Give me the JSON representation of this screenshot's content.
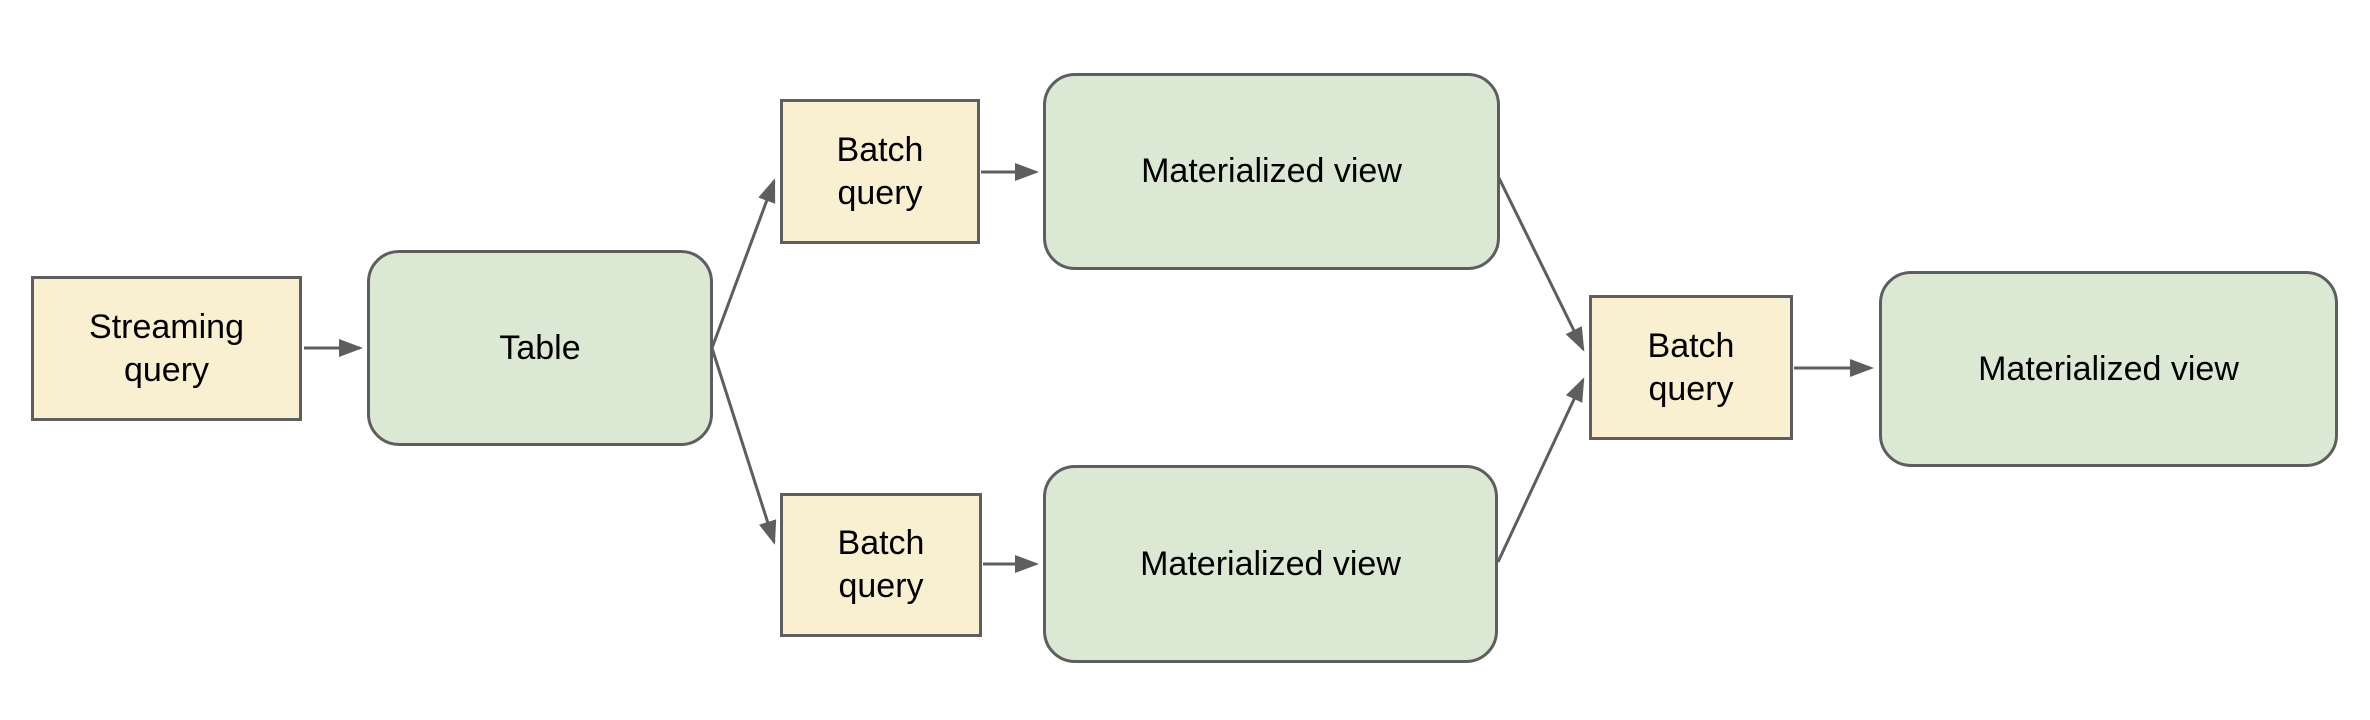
{
  "diagram": {
    "background": "#ffffff",
    "colors": {
      "query_box_fill": "#f9f0d2",
      "table_box_fill": "#dbe8d4",
      "stroke": "#5e5e5e",
      "text": "#000000"
    },
    "nodes": [
      {
        "id": "streaming-query",
        "label": "Streaming query",
        "shape": "rectangle",
        "role": "query"
      },
      {
        "id": "table",
        "label": "Table",
        "shape": "rounded-rectangle",
        "role": "table"
      },
      {
        "id": "batch-query-top",
        "label": "Batch query",
        "shape": "rectangle",
        "role": "query"
      },
      {
        "id": "materialized-view-top",
        "label": "Materialized view",
        "shape": "rounded-rectangle",
        "role": "table"
      },
      {
        "id": "batch-query-bottom",
        "label": "Batch query",
        "shape": "rectangle",
        "role": "query"
      },
      {
        "id": "materialized-view-bottom",
        "label": "Materialized view",
        "shape": "rounded-rectangle",
        "role": "table"
      },
      {
        "id": "batch-query-final",
        "label": "Batch query",
        "shape": "rectangle",
        "role": "query"
      },
      {
        "id": "materialized-view-final",
        "label": "Materialized view",
        "shape": "rounded-rectangle",
        "role": "table"
      }
    ],
    "edges": [
      {
        "from": "streaming-query",
        "to": "table"
      },
      {
        "from": "table",
        "to": "batch-query-top"
      },
      {
        "from": "table",
        "to": "batch-query-bottom"
      },
      {
        "from": "batch-query-top",
        "to": "materialized-view-top"
      },
      {
        "from": "batch-query-bottom",
        "to": "materialized-view-bottom"
      },
      {
        "from": "materialized-view-top",
        "to": "batch-query-final"
      },
      {
        "from": "materialized-view-bottom",
        "to": "batch-query-final"
      },
      {
        "from": "batch-query-final",
        "to": "materialized-view-final"
      }
    ]
  }
}
